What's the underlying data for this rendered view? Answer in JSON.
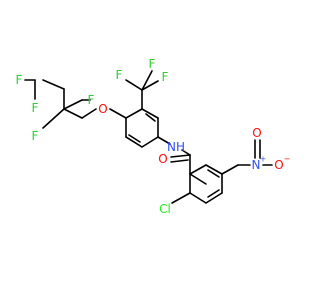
{
  "structure": {
    "atoms": {
      "f1": "F",
      "f2": "F",
      "f3": "F",
      "f4": "F",
      "o_ether": "O",
      "f_cf3_a": "F",
      "f_cf3_b": "F",
      "f_cf3_c": "F",
      "nh": "NH",
      "o_carbonyl": "O",
      "cl": "Cl",
      "n_nitro": "N",
      "n_charge": "+",
      "o_nitro_top": "O",
      "o_nitro_right": "O",
      "o_charge": "−"
    },
    "colors": {
      "fluorine": "#33cc33",
      "oxygen": "#ff0d0d",
      "nitrogen": "#3050f8",
      "chlorine": "#1ff01f",
      "carbon": "#000000"
    }
  }
}
